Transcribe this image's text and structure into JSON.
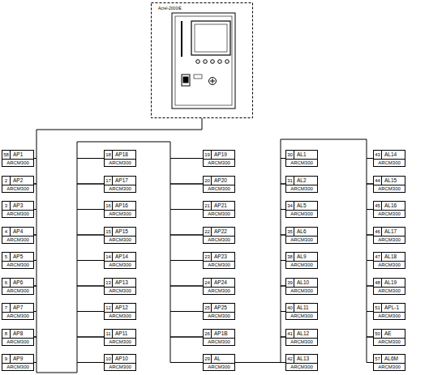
{
  "diagram": {
    "nodes": [
      {
        "text": [
          "Acrel-2000/E"
        ]
      },
      {
        "text": [
          "58",
          "AP1",
          "ARCM300"
        ]
      },
      {
        "text": [
          "2",
          "AP2",
          "ARCM300"
        ]
      },
      {
        "text": [
          "3",
          "AP3",
          "ARCM300"
        ]
      },
      {
        "text": [
          "4",
          "AP4",
          "ARCM300"
        ]
      },
      {
        "text": [
          "5",
          "AP5",
          "ARCM300"
        ]
      },
      {
        "text": [
          "6",
          "AP6",
          "ARCM300"
        ]
      },
      {
        "text": [
          "7",
          "AP7",
          "ARCM300"
        ]
      },
      {
        "text": [
          "8",
          "AP8",
          "ARCM300"
        ]
      },
      {
        "text": [
          "9",
          "AP9",
          "ARCM300"
        ]
      },
      {
        "text": [
          "18",
          "AP18",
          "ARCM300"
        ]
      },
      {
        "text": [
          "17",
          "AP17",
          "ARCM300"
        ]
      },
      {
        "text": [
          "16",
          "AP16",
          "ARCM300"
        ]
      },
      {
        "text": [
          "15",
          "AP15",
          "ARCM300"
        ]
      },
      {
        "text": [
          "14",
          "AP14",
          "ARCM300"
        ]
      },
      {
        "text": [
          "13",
          "AP13",
          "ARCM300"
        ]
      },
      {
        "text": [
          "12",
          "AP12",
          "ARCM300"
        ]
      },
      {
        "text": [
          "11",
          "AP11",
          "ARCM300"
        ]
      },
      {
        "text": [
          "10",
          "AP10",
          "ARCM300"
        ]
      },
      {
        "text": [
          "19",
          "AP19",
          "ARCM300"
        ]
      },
      {
        "text": [
          "20",
          "AP20",
          "ARCM300"
        ]
      },
      {
        "text": [
          "21",
          "AP21",
          "ARCM300"
        ]
      },
      {
        "text": [
          "22",
          "AP22",
          "ARCM300"
        ]
      },
      {
        "text": [
          "23",
          "AP23",
          "ARCM300"
        ]
      },
      {
        "text": [
          "24",
          "AP24",
          "ARCM300"
        ]
      },
      {
        "text": [
          "25",
          "AP25",
          "ARCM300"
        ]
      },
      {
        "text": [
          "26",
          "AP1B",
          "ARCM300"
        ]
      },
      {
        "text": [
          "29",
          "AL",
          "ARCM300"
        ]
      },
      {
        "text": [
          "30",
          "AL1",
          "ARCM300"
        ]
      },
      {
        "text": [
          "31",
          "AL2",
          "ARCM300"
        ]
      },
      {
        "text": [
          "34",
          "AL5",
          "ARCM300"
        ]
      },
      {
        "text": [
          "35",
          "AL6",
          "ARCM300"
        ]
      },
      {
        "text": [
          "38",
          "AL9",
          "ARCM300"
        ]
      },
      {
        "text": [
          "39",
          "AL10",
          "ARCM300"
        ]
      },
      {
        "text": [
          "40",
          "AL11",
          "ARCM300"
        ]
      },
      {
        "text": [
          "41",
          "AL12",
          "ARCM300"
        ]
      },
      {
        "text": [
          "42",
          "AL13",
          "ARCM300"
        ]
      },
      {
        "text": [
          "43",
          "AL14",
          "ARCM300"
        ]
      },
      {
        "text": [
          "44",
          "AL15",
          "ARCM300"
        ]
      },
      {
        "text": [
          "45",
          "AL16",
          "ARCM300"
        ]
      },
      {
        "text": [
          "46",
          "AL17",
          "ARCM300"
        ]
      },
      {
        "text": [
          "47",
          "AL18",
          "ARCM300"
        ]
      },
      {
        "text": [
          "48",
          "AL19",
          "ARCM300"
        ]
      },
      {
        "text": [
          "51",
          "APL-1",
          "ARCM300"
        ]
      },
      {
        "text": [
          "50",
          "AE",
          "ARCM300"
        ]
      },
      {
        "text": [
          "57",
          "AL6M",
          "ARCM300"
        ]
      }
    ],
    "edges": [
      {
        "from": 0,
        "to": 1,
        "arrow": "none"
      },
      {
        "from": 1,
        "to": 2,
        "arrow": "none"
      },
      {
        "from": 2,
        "to": 3,
        "arrow": "none"
      },
      {
        "from": 3,
        "to": 4,
        "arrow": "none"
      },
      {
        "from": 4,
        "to": 5,
        "arrow": "none"
      },
      {
        "from": 5,
        "to": 6,
        "arrow": "none"
      },
      {
        "from": 6,
        "to": 7,
        "arrow": "none"
      },
      {
        "from": 7,
        "to": 8,
        "arrow": "none"
      },
      {
        "from": 8,
        "to": 9,
        "arrow": "none"
      },
      {
        "from": 9,
        "to": 18,
        "arrow": "none"
      },
      {
        "from": 18,
        "to": 17,
        "arrow": "none"
      },
      {
        "from": 17,
        "to": 16,
        "arrow": "none"
      },
      {
        "from": 16,
        "to": 15,
        "arrow": "none"
      },
      {
        "from": 15,
        "to": 14,
        "arrow": "none"
      },
      {
        "from": 14,
        "to": 13,
        "arrow": "none"
      },
      {
        "from": 13,
        "to": 12,
        "arrow": "none"
      },
      {
        "from": 12,
        "to": 11,
        "arrow": "none"
      },
      {
        "from": 11,
        "to": 10,
        "arrow": "none"
      },
      {
        "from": 10,
        "to": 19,
        "arrow": "none"
      },
      {
        "from": 19,
        "to": 20,
        "arrow": "none"
      },
      {
        "from": 20,
        "to": 21,
        "arrow": "none"
      },
      {
        "from": 21,
        "to": 22,
        "arrow": "none"
      },
      {
        "from": 22,
        "to": 23,
        "arrow": "none"
      },
      {
        "from": 23,
        "to": 24,
        "arrow": "none"
      },
      {
        "from": 24,
        "to": 25,
        "arrow": "none"
      },
      {
        "from": 25,
        "to": 26,
        "arrow": "none"
      },
      {
        "from": 26,
        "to": 27,
        "arrow": "none"
      },
      {
        "from": 27,
        "to": 36,
        "arrow": "none"
      },
      {
        "from": 36,
        "to": 35,
        "arrow": "none"
      },
      {
        "from": 35,
        "to": 34,
        "arrow": "none"
      },
      {
        "from": 34,
        "to": 33,
        "arrow": "none"
      },
      {
        "from": 33,
        "to": 32,
        "arrow": "none"
      },
      {
        "from": 32,
        "to": 31,
        "arrow": "none"
      },
      {
        "from": 31,
        "to": 30,
        "arrow": "none"
      },
      {
        "from": 30,
        "to": 29,
        "arrow": "none"
      },
      {
        "from": 29,
        "to": 28,
        "arrow": "none"
      },
      {
        "from": 28,
        "to": 37,
        "arrow": "none"
      },
      {
        "from": 37,
        "to": 38,
        "arrow": "none"
      },
      {
        "from": 38,
        "to": 39,
        "arrow": "none"
      },
      {
        "from": 39,
        "to": 40,
        "arrow": "none"
      },
      {
        "from": 40,
        "to": 41,
        "arrow": "none"
      },
      {
        "from": 41,
        "to": 42,
        "arrow": "none"
      },
      {
        "from": 42,
        "to": 43,
        "arrow": "none"
      },
      {
        "from": 43,
        "to": 44,
        "arrow": "none"
      },
      {
        "from": 44,
        "to": 45,
        "arrow": "none"
      }
    ]
  }
}
